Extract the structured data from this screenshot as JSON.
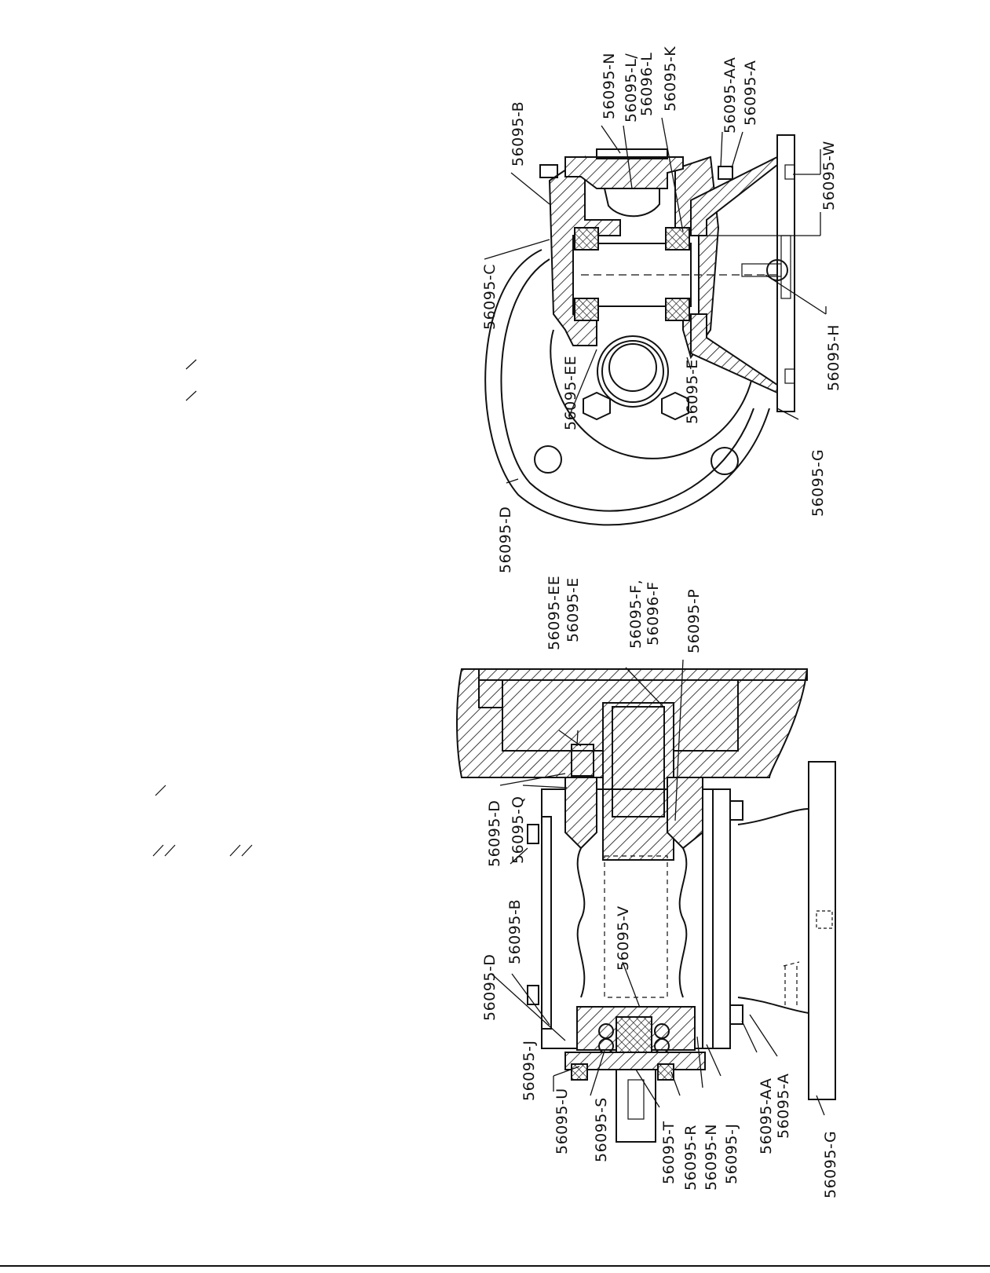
{
  "right_view": {
    "labels": [
      "56095-B",
      "56095-N",
      "56095-L/",
      "56096-L",
      "56095-K",
      "56095-AA",
      "56095-A",
      "56095-W",
      "56095-C",
      "56095-EE",
      "56095-E",
      "56095-H",
      "56095-D",
      "56095-G"
    ]
  },
  "left_view": {
    "labels": [
      "56095-EE",
      "56095-E",
      "56095-F,",
      "56096-F",
      "56095-P",
      "56095-D",
      "56095-Q",
      "56095-B",
      "56095-V",
      "56095-D",
      "56095-J",
      "56095-U",
      "56095-S",
      "56095-T",
      "56095-R",
      "56095-N",
      "56095-J",
      "56095-AA",
      "56095-A",
      "56095-G"
    ]
  },
  "colors": {
    "ink": "#111111",
    "paper": "#ffffff"
  }
}
